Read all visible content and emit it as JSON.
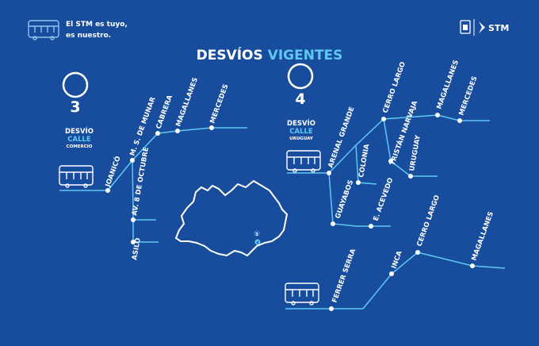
{
  "slogan": {
    "line1": "El STM es tuyo,",
    "line2": "es nuestro."
  },
  "brand": {
    "name": "STM"
  },
  "title": {
    "part1": "DESVÍOS",
    "part2": "VIGENTES"
  },
  "colors": {
    "background": "#184d9e",
    "line": "#5ec8f2",
    "accent": "#5ec8f2",
    "white": "#ffffff"
  },
  "detour3": {
    "number": "3",
    "label": "DESVÍO",
    "street_type": "CALLE",
    "street": "COMERCIO",
    "stops": [
      "JOANICÓ",
      "M. S. DE MUNAR",
      "CABRERA",
      "MAGALLANES",
      "MERCEDES",
      "AV. 8 DE OCTUBRE",
      "ASILO"
    ]
  },
  "detour4": {
    "number": "4",
    "label": "DESVÍO",
    "street_type": "CALLE",
    "street": "URUGUAY",
    "stops": [
      "ARENAL GRANDE",
      "GUAYABOS",
      "COLONIA",
      "E. ACEVEDO",
      "CERRO LARGO",
      "TRISTÁN NARVAJA",
      "URUGUAY",
      "MAGALLANES",
      "MERCEDES"
    ]
  },
  "detour5": {
    "stops": [
      "FERRER SERRA",
      "INCA",
      "CERRO LARGO",
      "MAGALLANES"
    ]
  },
  "map": {
    "markers": [
      "3",
      "4"
    ]
  }
}
